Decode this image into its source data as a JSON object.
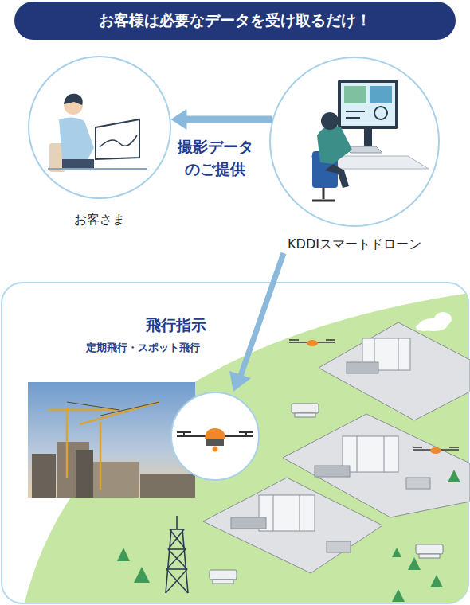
{
  "diagram": {
    "title": "お客様は必要なデータを受け取るだけ！",
    "nodes": [
      {
        "text": [
          "お客さま"
        ]
      },
      {
        "text": [
          "KDDIスマートドローン"
        ]
      }
    ],
    "edges": [
      {
        "from": 1,
        "to": 0,
        "arrow": "to",
        "label": "撮影データ のご提供"
      }
    ],
    "labels": [
      "飛行指示",
      "定期飛行・スポット飛行"
    ]
  }
}
